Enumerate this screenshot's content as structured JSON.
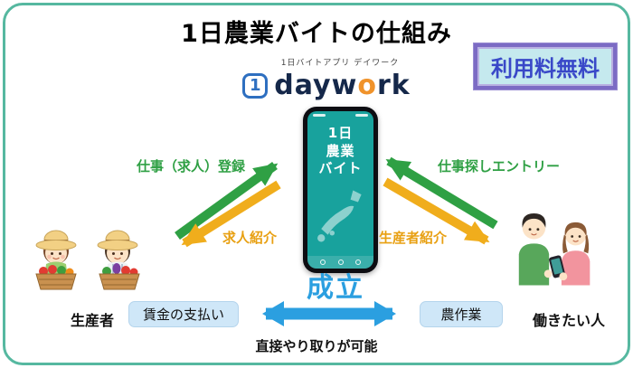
{
  "header": {
    "title": "1日農業バイトの仕組み",
    "badge": "利用料無料"
  },
  "logo": {
    "tagline": "1日バイトアプリ デイワーク",
    "icon_digit": "1",
    "brand_part1": "dayw",
    "brand_o": "o",
    "brand_part2": "rk"
  },
  "phone": {
    "app_title_line1": "1日",
    "app_title_line2": "農業",
    "app_title_line3": "バイト"
  },
  "flows": {
    "producer_register": "仕事（求人）登録",
    "job_intro": "求人紹介",
    "worker_entry": "仕事探しエントリー",
    "producer_intro": "生産者紹介"
  },
  "deal": {
    "established": "成立",
    "wage_payment": "賃金の支払い",
    "farm_work": "農作業",
    "note": "直接やり取りが可能"
  },
  "actors": {
    "producer": "生産者",
    "worker": "働きたい人"
  },
  "colors": {
    "green_arrow": "#2fa044",
    "orange_arrow": "#f0ad1c",
    "blue_accent": "#2b9fe0",
    "frame_teal": "#56b8a0",
    "screen_teal": "#18a29d",
    "badge_text": "#3948c8",
    "badge_bg": "#c5e9ee",
    "badge_border": "#7c6bc4",
    "brand_navy": "#15284a",
    "brand_o_orange": "#f0932b"
  }
}
